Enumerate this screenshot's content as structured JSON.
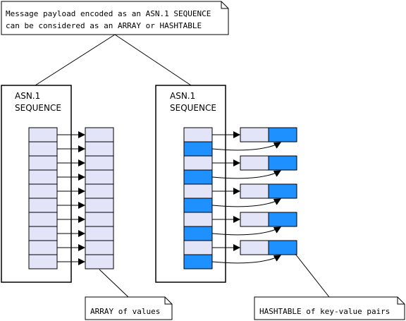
{
  "top_note": {
    "line1": "Message payload encoded as an ASN.1 SEQUENCE",
    "line2": "can be considered as an ARRAY or HASHTABLE"
  },
  "left_sequence": {
    "label_line1": "ASN.1",
    "label_line2": "SEQUENCE",
    "element_count": 10,
    "note": "ARRAY of values"
  },
  "right_sequence": {
    "label_line1": "ASN.1",
    "label_line2": "SEQUENCE",
    "element_count": 10,
    "pair_count": 5,
    "note": "HASHTABLE of key-value pairs"
  },
  "colors": {
    "element_fill": "#e4e4f8",
    "value_fill": "#1e90ff",
    "stroke": "#000000",
    "background": "#ffffff"
  }
}
